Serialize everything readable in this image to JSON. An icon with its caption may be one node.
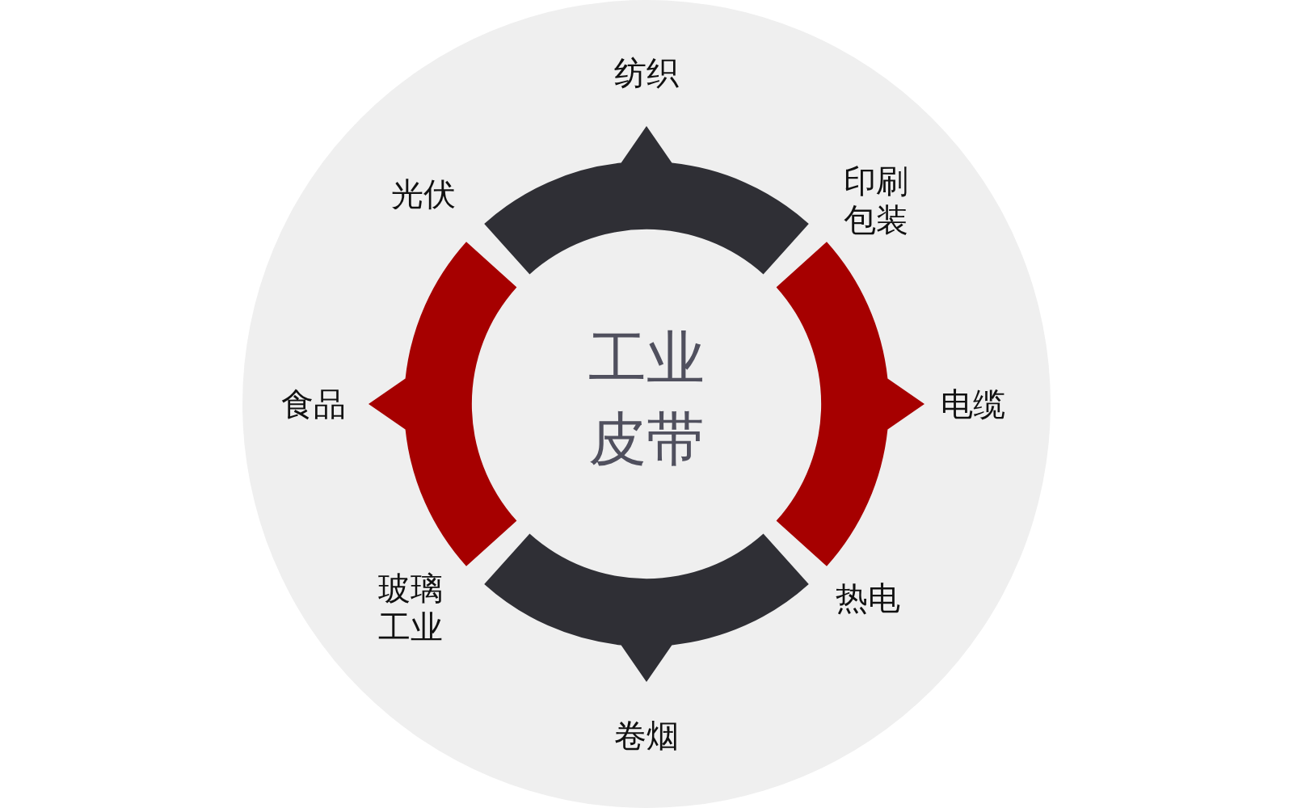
{
  "diagram": {
    "nodes": [
      {
        "text": [
          "工业皮带"
        ]
      }
    ],
    "labels": [
      "纺织",
      "光伏",
      "印刷包装",
      "食品",
      "电缆",
      "玻璃工业",
      "热电",
      "卷烟"
    ]
  }
}
